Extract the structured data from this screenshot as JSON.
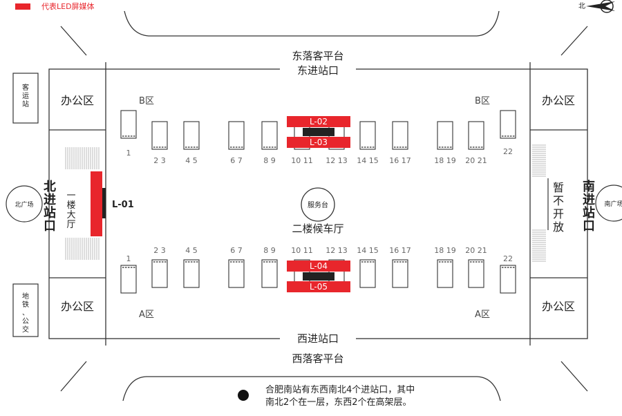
{
  "legend": {
    "label": "代表LED屏媒体",
    "color": "#e8262c"
  },
  "compass": {
    "label": "北"
  },
  "platforms": {
    "east": "东落客平台",
    "west": "西落客平台"
  },
  "entrances": {
    "east": "东进站口",
    "west": "西进站口",
    "north": "北进站口",
    "south": "南进站口"
  },
  "zones": {
    "b": "B区",
    "a": "A区"
  },
  "offices": {
    "label": "办公区"
  },
  "external": {
    "coach": "客运站",
    "metro": "地铁、公交",
    "north_square": "北广场",
    "south_square": "南广场"
  },
  "halls": {
    "first_floor": "一楼大厅",
    "second_floor": "二楼候车厅",
    "closed": "暂不开放"
  },
  "service_desk": "服务台",
  "screens": [
    "L-01",
    "L-02",
    "L-03",
    "L-04",
    "L-05"
  ],
  "gates": {
    "top": [
      "1",
      "2",
      "3",
      "4",
      "5",
      "6",
      "7",
      "8",
      "9",
      "10",
      "11",
      "12",
      "13",
      "14",
      "15",
      "16",
      "17",
      "18",
      "19",
      "20",
      "21",
      "22"
    ],
    "bottom": [
      "1",
      "2",
      "3",
      "4",
      "5",
      "6",
      "7",
      "8",
      "9",
      "10",
      "11",
      "12",
      "13",
      "14",
      "15",
      "16",
      "17",
      "18",
      "19",
      "20",
      "21",
      "22"
    ]
  },
  "note": [
    "合肥南站有东西南北4个进站口，其中",
    "南北2个在一层，东西2个在高架层。"
  ],
  "colors": {
    "led": "#e8262c",
    "line": "#333333",
    "text": "#222222"
  }
}
